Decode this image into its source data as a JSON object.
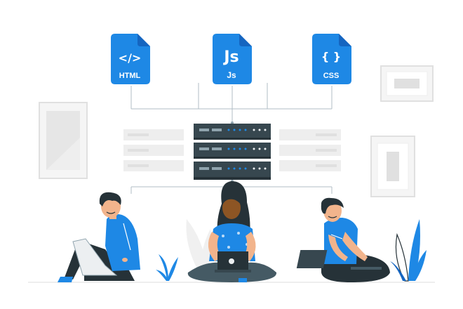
{
  "files": [
    {
      "glyph": "</>",
      "label": "HTML"
    },
    {
      "glyph": "Js",
      "label": "Js"
    },
    {
      "glyph": "{ }",
      "label": "CSS"
    }
  ],
  "colors": {
    "primary": "#1E88E5",
    "primary_dark": "#1565C0",
    "server": "#37474F",
    "server_dark": "#263238",
    "ghost": "#EEEEEE",
    "line": "#B0BEC5",
    "skin": "#F2B48C",
    "hair": "#263238",
    "pants": "#263238"
  }
}
